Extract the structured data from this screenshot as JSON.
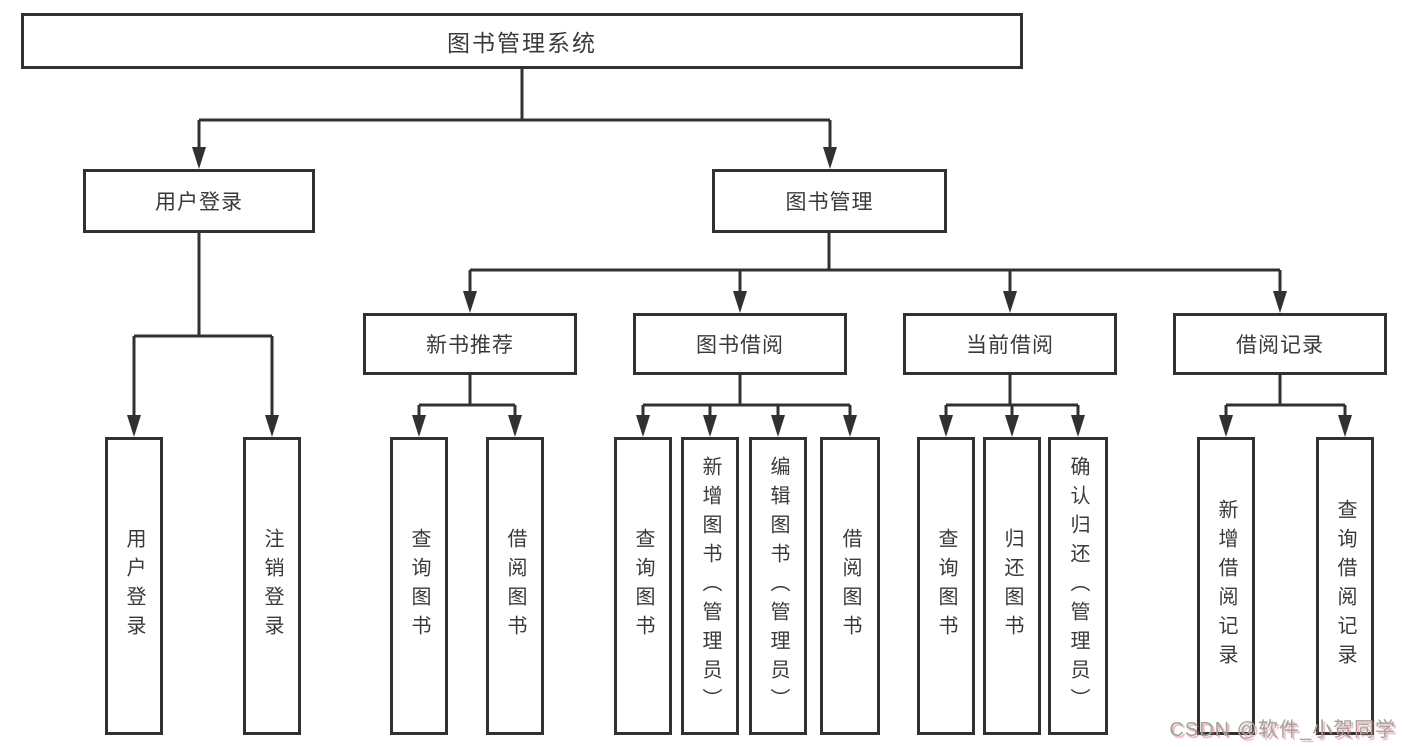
{
  "tree": {
    "root": {
      "label": "图书管理系统"
    },
    "children": [
      {
        "label": "用户登录",
        "children": [
          {
            "label": "用户登录"
          },
          {
            "label": "注销登录"
          }
        ]
      },
      {
        "label": "图书管理",
        "children": [
          {
            "label": "新书推荐",
            "children": [
              {
                "label": "查询图书"
              },
              {
                "label": "借阅图书"
              }
            ]
          },
          {
            "label": "图书借阅",
            "children": [
              {
                "label": "查询图书"
              },
              {
                "label": "新增图书（管理员）"
              },
              {
                "label": "编辑图书（管理员）"
              },
              {
                "label": "借阅图书"
              }
            ]
          },
          {
            "label": "当前借阅",
            "children": [
              {
                "label": "查询图书"
              },
              {
                "label": "归还图书"
              },
              {
                "label": "确认归还（管理员）"
              }
            ]
          },
          {
            "label": "借阅记录",
            "children": [
              {
                "label": "新增借阅记录"
              },
              {
                "label": "查询借阅记录"
              }
            ]
          }
        ]
      }
    ]
  },
  "watermark": {
    "text": "CSDN @软件_小贺同学"
  },
  "colors": {
    "line": "#313131",
    "box_border": "#313131",
    "text": "#3a3a3a",
    "background": "#ffffff",
    "watermark_gray": "#a3a3a3",
    "watermark_red": "#d96262"
  }
}
